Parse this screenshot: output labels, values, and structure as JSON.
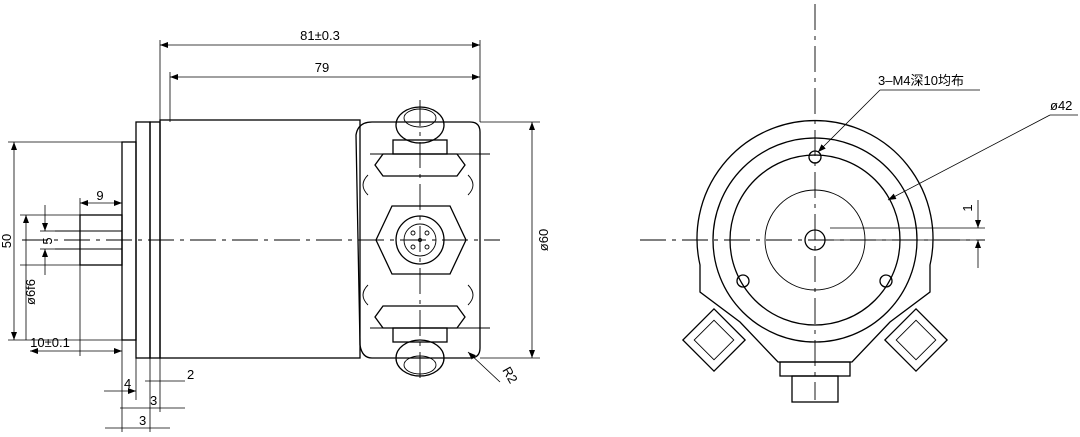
{
  "side_view": {
    "dims": {
      "length_total": "81±0.3",
      "length_body": "79",
      "shaft_flat": "9",
      "shaft_small": "5",
      "height": "50",
      "shaft_dia": "ø6f6",
      "shaft_len": "10±0.1",
      "flange_a": "4",
      "flange_b": "2",
      "flange_c": "3",
      "flange_d": "3",
      "body_dia": "ø60",
      "radius": "R2"
    }
  },
  "front_view": {
    "dims": {
      "holes": "3–M4深10均布",
      "bolt_circle": "ø42",
      "offset": "1"
    }
  }
}
